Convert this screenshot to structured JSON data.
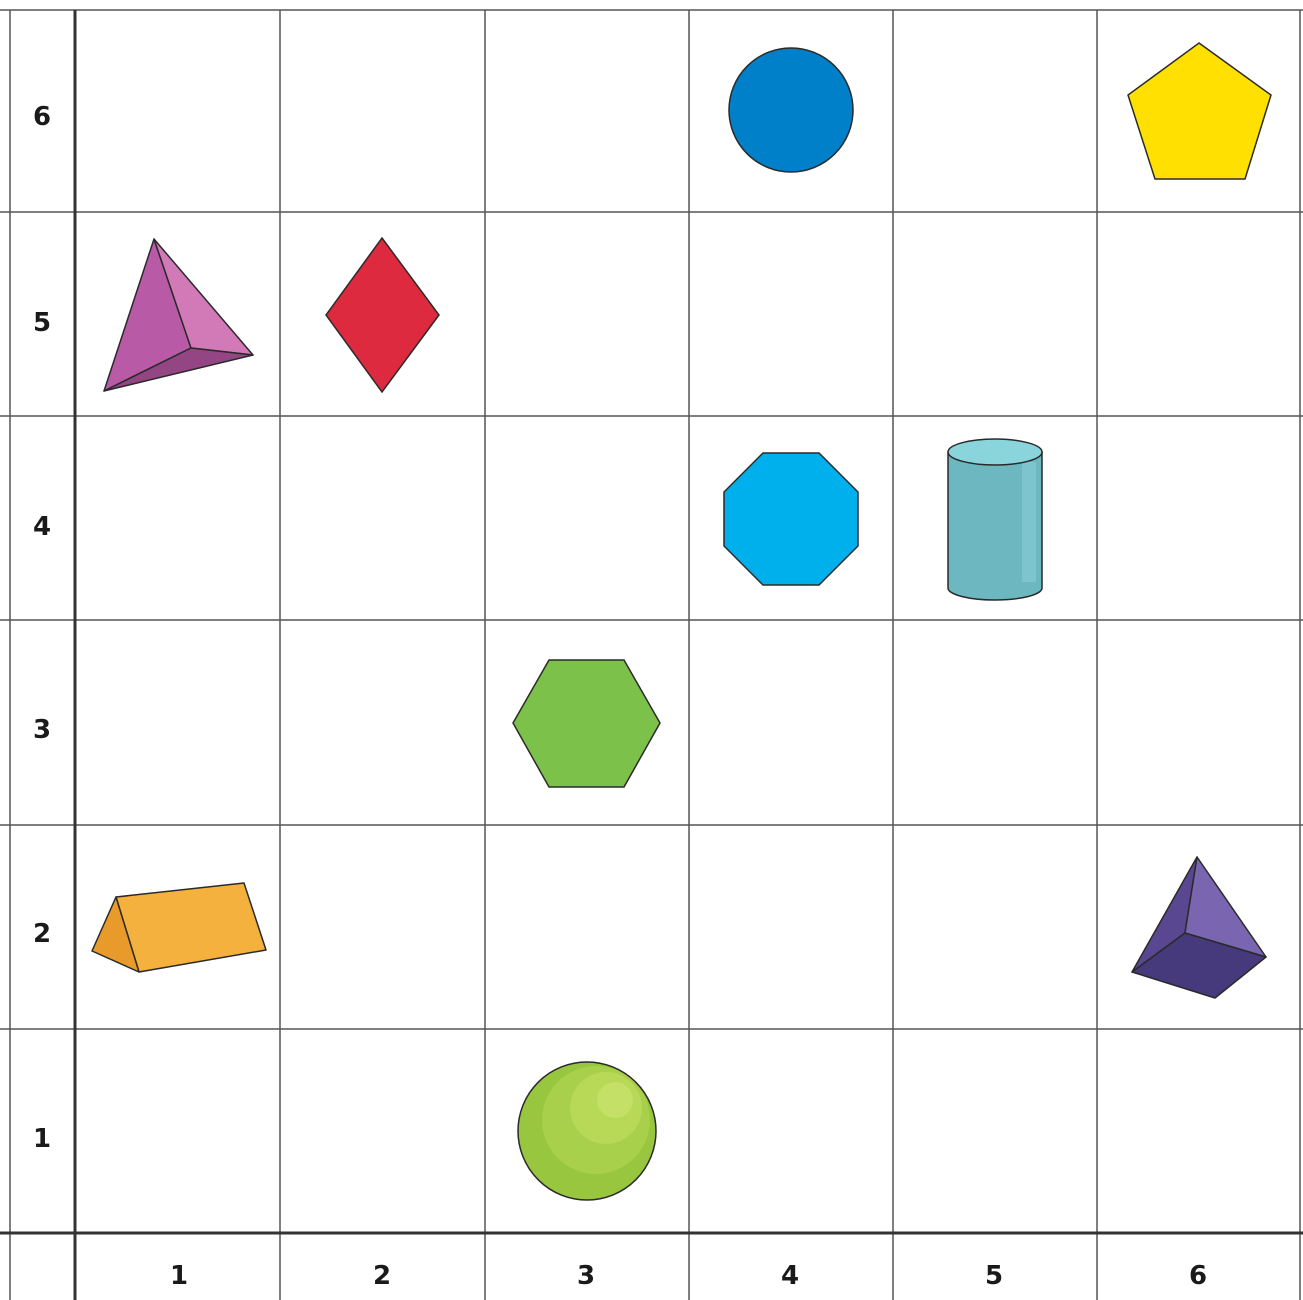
{
  "x_labels": [
    "1",
    "2",
    "3",
    "4",
    "5",
    "6"
  ],
  "y_labels": [
    "6",
    "5",
    "4",
    "3",
    "2",
    "1"
  ],
  "shapes": [
    {
      "name": "blue-circle",
      "col": 4,
      "row": 6,
      "color": "#0080c8"
    },
    {
      "name": "yellow-pentagon",
      "col": 6,
      "row": 6,
      "color": "#ffe000"
    },
    {
      "name": "pink-triangular-pyramid",
      "col": 1,
      "row": 5,
      "color": "#b85aa6"
    },
    {
      "name": "red-rhombus",
      "col": 2,
      "row": 5,
      "color": "#dd2a3e"
    },
    {
      "name": "cyan-octagon",
      "col": 4,
      "row": 4,
      "color": "#00b0ec"
    },
    {
      "name": "teal-cylinder",
      "col": 5,
      "row": 4,
      "color": "#6cb7c0"
    },
    {
      "name": "green-hexagon",
      "col": 3,
      "row": 3,
      "color": "#7cc24a"
    },
    {
      "name": "orange-triangular-prism",
      "col": 1,
      "row": 2,
      "color": "#f4b13e"
    },
    {
      "name": "purple-square-pyramid",
      "col": 6,
      "row": 2,
      "color": "#6a55a0"
    },
    {
      "name": "green-sphere",
      "col": 3,
      "row": 1,
      "color": "#a8d04a"
    }
  ],
  "colors": {
    "grid": "#555555",
    "text": "#1a1a1a",
    "outline": "#2a2a2a"
  }
}
